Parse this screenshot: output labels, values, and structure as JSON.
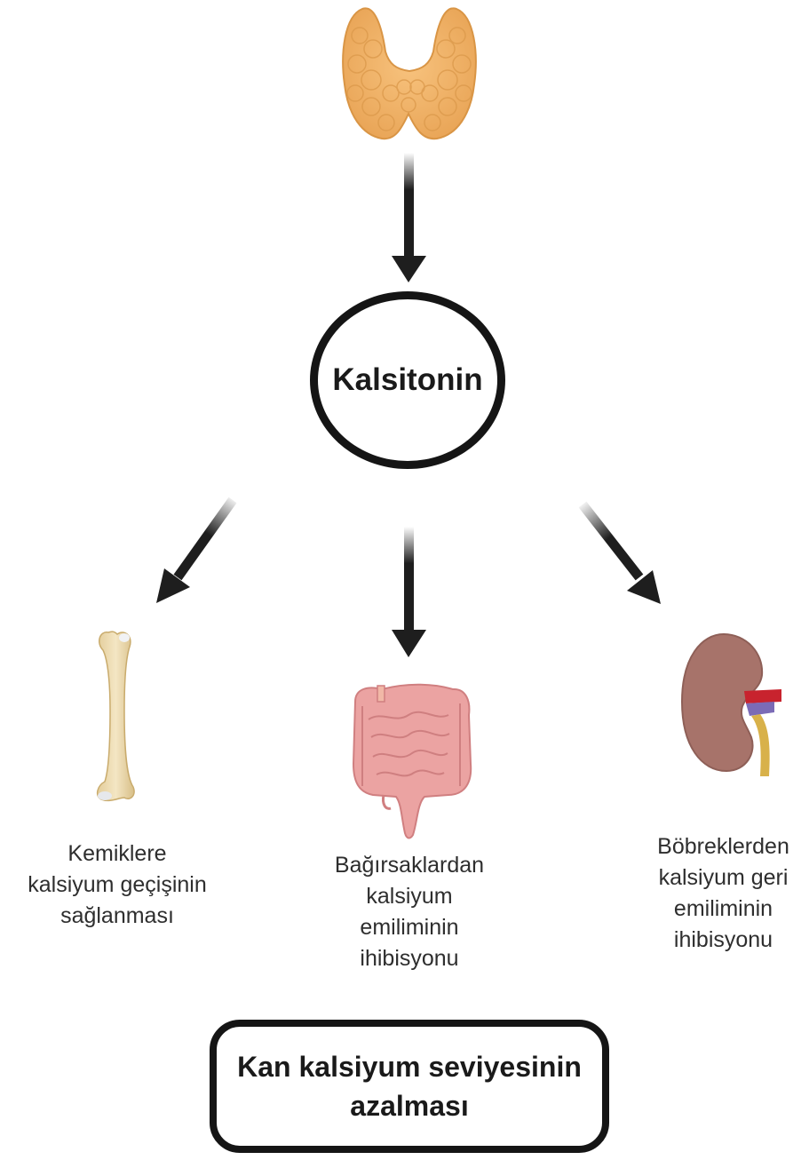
{
  "hormone": {
    "label": "Kalsitonin"
  },
  "effects": [
    {
      "organ": "bone",
      "lines": [
        "Kemiklere",
        "kalsiyum geçişinin",
        "sağlanması"
      ]
    },
    {
      "organ": "intestine",
      "lines": [
        "Bağırsaklardan",
        "kalsiyum",
        "emiliminin",
        "ihibisyonu"
      ]
    },
    {
      "organ": "kidney",
      "lines": [
        "Böbreklerden",
        "kalsiyum geri",
        "emiliminin",
        "ihibisyonu"
      ]
    }
  ],
  "outcome": {
    "lines": [
      "Kan kalsiyum seviyesinin",
      "azalması"
    ]
  },
  "icons": [
    "thyroid-gland-icon",
    "bone-icon",
    "intestine-icon",
    "kidney-icon"
  ],
  "colors": {
    "thyroid": "#f2b56a",
    "bone": "#efe0b8",
    "intestine": "#e9a0a0",
    "kidney": "#a9736a",
    "arrow": "#1e1e1e"
  }
}
